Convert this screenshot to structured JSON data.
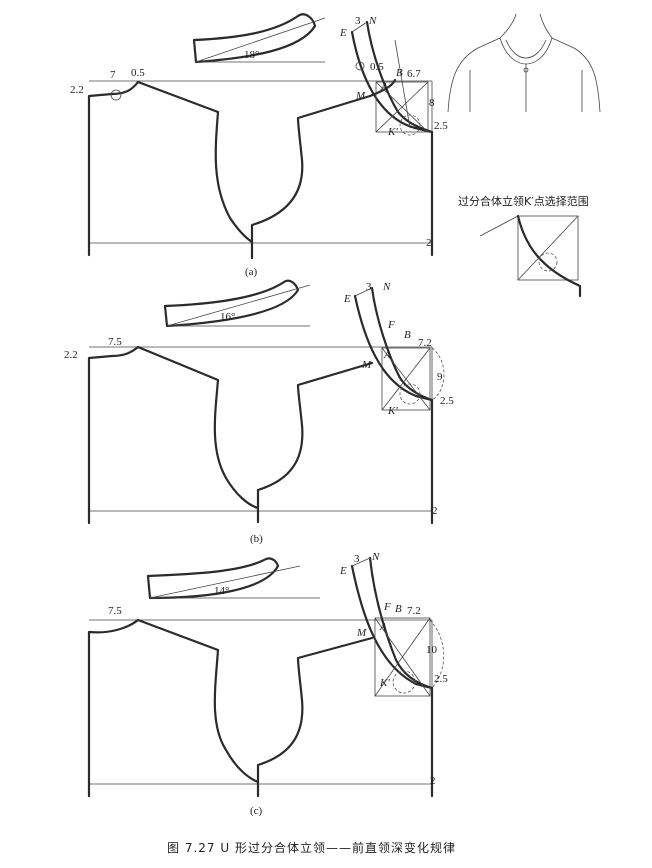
{
  "figure_caption": "图 7.27   U 形过分合体立领——前直领深变化规律",
  "diagrams": [
    {
      "label": "(a)",
      "angle": "18°",
      "dims": {
        "shoulder_drop": "2.2",
        "neck_width": "7",
        "raise": "0.5",
        "hem": "2",
        "stand": "3",
        "top_offset": "0.5",
        "front_width": "6.7",
        "front_depth": "8",
        "extension": "2.5"
      },
      "points": {
        "E": "E",
        "N": "N",
        "B": "B",
        "M": "M",
        "A": "A",
        "K": "K'"
      }
    },
    {
      "label": "(b)",
      "angle": "16°",
      "dims": {
        "shoulder_drop": "2.2",
        "neck_width": "7.5",
        "hem": "2",
        "stand": "3",
        "front_width": "7.2",
        "front_depth": "9",
        "extension": "2.5"
      },
      "points": {
        "E": "E",
        "N": "N",
        "F": "F",
        "B": "B",
        "M": "M",
        "A": "A",
        "K": "K'"
      }
    },
    {
      "label": "(c)",
      "angle": "14°",
      "dims": {
        "neck_width": "7.5",
        "hem": "2",
        "stand": "3",
        "front_width": "7.2",
        "front_depth": "10",
        "extension": "2.5"
      },
      "points": {
        "E": "E",
        "N": "N",
        "F": "F",
        "B": "B",
        "M": "M",
        "A": "A",
        "K": "K'"
      }
    }
  ],
  "inset": {
    "title": "过分合体立领K′点选择范围"
  }
}
